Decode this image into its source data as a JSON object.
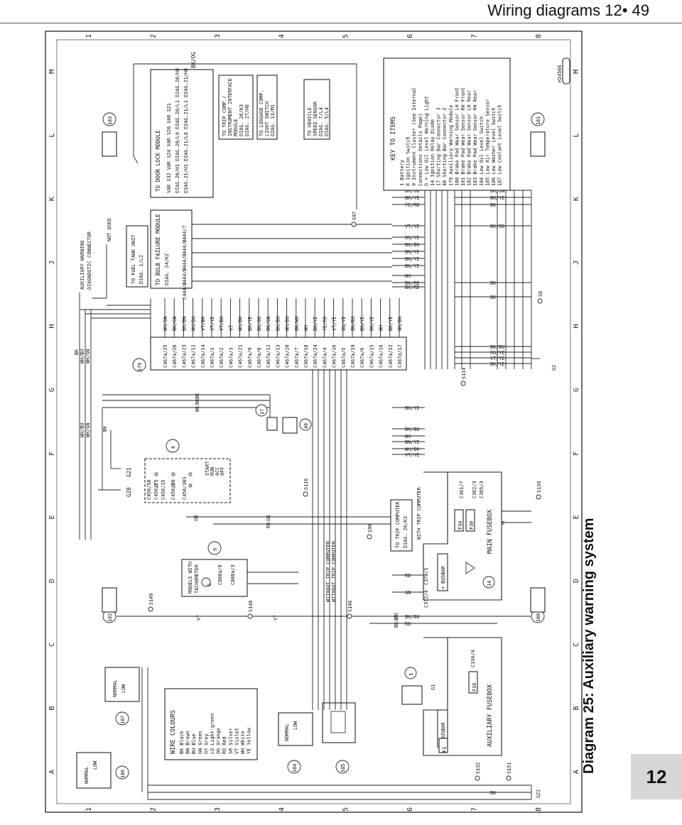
{
  "header": {
    "title": "Wiring diagrams 12• 49"
  },
  "side_title": "Diagram 25: Auxiliary warning system",
  "section_tab": "12",
  "grid": {
    "columns": [
      "1",
      "2",
      "3",
      "4",
      "5",
      "6",
      "7",
      "8"
    ],
    "rows": [
      "A",
      "B",
      "C",
      "D",
      "E",
      "F",
      "G",
      "H",
      "J",
      "K",
      "L",
      "M"
    ]
  },
  "drawing_ref": "H24566",
  "key": {
    "title": "KEY TO ITEMS",
    "items": [
      "1   Battery",
      "8   Ignition Switch",
      "9   Instrument Cluster (See Internal",
      "     Connections Details Page)",
      "     G = Low Oil Level Warning Light",
      "14  Ignition Relay Diode",
      "17  Shorting Bar Connector 3",
      "48  Shorting Bar Connector 2",
      "179 Auxiliary Warning Module",
      "180 Brake Pad Wear Sensor LH Front",
      "181 Brake Pad Wear Sensor RH Front",
      "182 Brake Pad Wear Sensor LH Rear",
      "183 Brake Pad Wear Sensor RH Rear",
      "184 Low Oil Level Switch",
      "185 Low Air Temperature Sensor",
      "186 Low Washer Level Switch",
      "187 Low Coolant Level Switch"
    ]
  },
  "wire_colours": {
    "title": "WIRE COLOURS",
    "items": [
      "BK  Black",
      "BN  Brown",
      "BU  Blue",
      "GN  Green",
      "GY  Grey",
      "LG  Light-green",
      "OG  Orange",
      "RD  Red",
      "SR  Silver",
      "VT  Violet",
      "WH  White",
      "YE  Yellow"
    ]
  },
  "components": {
    "aux_module": {
      "number": "179",
      "pins": [
        "C467a/25",
        "C467a/26",
        "C467a/23",
        "C467a/11",
        "C467a/14",
        "C467a/1",
        "C467a/2",
        "C467a/3",
        "C467a/21",
        "C467a/9",
        "C467a/8",
        "C467a/12",
        "C467a/13",
        "C467a/20",
        "C467a/7",
        "C467a/10",
        "C467a/24",
        "C467a/4",
        "C467a/16",
        "C467a/5",
        "C467a/19",
        "C467a/6",
        "C467a/15",
        "C467a/18",
        "C467a/22",
        "C467a/17"
      ],
      "wires": [
        "WH/GN",
        "BK/GN",
        "BK/BN",
        "WH/BU",
        "VT/BK",
        "VT/YE",
        "VT/BU",
        "VT",
        "WH/BK",
        "BK/YE",
        "BK/OG",
        "BK/GN",
        "BK/BU",
        "WH/BU",
        "BK/WH",
        "WH",
        "BK/YE",
        "YE/RD",
        "VT/YE",
        "OG/YE",
        "BK/BU",
        "BK/YE",
        "BK/YE",
        "WH",
        "BK/YE",
        "WH/BK"
      ]
    },
    "bulb_failure": {
      "title": "TO BULB FAILURE MODULE",
      "ref": "DIAG. 24/K2",
      "pins": [
        "C444/7",
        "C444/8",
        "C444/3",
        "C444/9",
        "C444/4"
      ]
    },
    "door_lock": {
      "title": "TO DOOR LOCK MODULE",
      "refs": [
        "VAR S32  VAR S24  VAR S20  VAR S21",
        "DIAG.20/H1  DIAG.20/L9  DIAG.20/L1  DIAG.20/H8",
        "DIAG.21/H1  DIAG.21/L8  DIAG.21/L1  DIAG.21/H8"
      ]
    },
    "trip_comp_iface": {
      "lines": [
        "TO TRIP COMP./",
        "INSTRUMENT INTERFACE",
        "MODULE",
        "DIAG. 26/K3",
        "DIAG. 27/H8"
      ]
    },
    "luggage_comp": {
      "lines": [
        "TO LUGGAGE COMP.",
        "LIGHT SWITCH",
        "DIAG. 13/M1"
      ]
    },
    "vehicle_speed": {
      "lines": [
        "TO VEHICLE",
        "SPEED SENSOR",
        "DIAG. 7/L4",
        "DIAG. 5/L4"
      ]
    },
    "fuel_tank": {
      "lines": [
        "TO FUEL TANK UNIT",
        "DIAG. 1/L2"
      ]
    },
    "diag_connector": {
      "lines": [
        "AUXILIARY WARNING",
        "DIAGNOSTIC CONNECTOR"
      ],
      "not_used": "NOT USED"
    },
    "ignition_switch": {
      "number": "8",
      "pins": [
        "C456/50",
        "C456/75",
        "C456/15",
        "C456/30",
        "C456/30S"
      ],
      "positions": [
        "START",
        "RUN",
        "ACC",
        "OFF"
      ]
    },
    "instrument_cluster": {
      "number": "9",
      "lines": [
        "MODELS WITH",
        "TACHOMETER"
      ],
      "pins": [
        "C808a/9",
        "C808a/3"
      ],
      "lamp": "G"
    },
    "trip_computer": {
      "lines": [
        "TO TRIP COMPUTER",
        "DIAG. 26/K3"
      ],
      "with": "WITH TRIP COMPUTER",
      "without": [
        "WITHOUT TRIP COMPUTER",
        "WITHOUT TRIP COMPUTER"
      ]
    },
    "main_fusebox": {
      "title": "MAIN FUSEBOX",
      "busbar": "+ BUSBAR",
      "fuses": [
        "F34",
        "F30"
      ],
      "pins": [
        "C361/7",
        "C362/3",
        "C365/3",
        "C370/1",
        "C372/4"
      ],
      "diode": "14"
    },
    "aux_fusebox": {
      "title": "AUXILIARY FUSEBOX",
      "busbar": "+ BUSBAR",
      "fuses": [
        "F10",
        "F1"
      ],
      "pins": [
        "C334/4"
      ]
    },
    "battery": {
      "number": "1",
      "ground": "G1"
    },
    "sensors": [
      {
        "number": "186",
        "states": [
          "NORMAL",
          "LOW"
        ]
      },
      {
        "number": "187",
        "states": [
          "NORMAL",
          "LOW"
        ]
      },
      {
        "number": "184",
        "states": [
          "NORMAL",
          "LOW"
        ]
      },
      {
        "number": "185"
      },
      {
        "number": "182"
      },
      {
        "number": "183"
      },
      {
        "number": "180"
      },
      {
        "number": "181"
      }
    ],
    "shorting_bars": [
      "17",
      "48"
    ],
    "grounds": [
      "G20",
      "G21",
      "G22",
      "G2"
    ],
    "splices": [
      "S132",
      "S151",
      "S149",
      "S148",
      "S146",
      "S96",
      "S116",
      "S139",
      "S97",
      "S114",
      "S8"
    ]
  },
  "wire_labels": {
    "top_bus": "BK/OG",
    "left_col": [
      "BK",
      "BK",
      "BK"
    ],
    "right_col": [
      "BK/OG",
      "BK/YE",
      "YE/RD",
      "VT/YE",
      "OG/YE",
      "BK/BU",
      "BK/YE",
      "BK/YE",
      "BK/YE",
      "WH",
      "BK/RD",
      "BK/RD",
      "BK/YE",
      "BK/BU",
      "WH",
      "BN/YE",
      "WH/BK",
      "VT/YE",
      "RD",
      "GN",
      "BK/BU",
      "RD"
    ],
    "far_right": [
      "BK/GN",
      "BK/YE",
      "BK",
      "BK/OG",
      "BK",
      "BK",
      "BK/BU",
      "OG/YE",
      "VT/YE",
      "BK/YE",
      "BK",
      "BK/YE",
      "BK"
    ],
    "misc": [
      "WH/BU",
      "WH/GN",
      "BK",
      "WH/BU",
      "WH/GN",
      "BK/BU",
      "BK",
      "GN",
      "RD",
      "VT",
      "BK/BU",
      "RD",
      "BK",
      "BK",
      "WH",
      "GN/YE",
      "WH/BK",
      "BK/BU",
      "RD",
      "BK/GN",
      "BK/YE",
      "BK/BN"
    ]
  }
}
